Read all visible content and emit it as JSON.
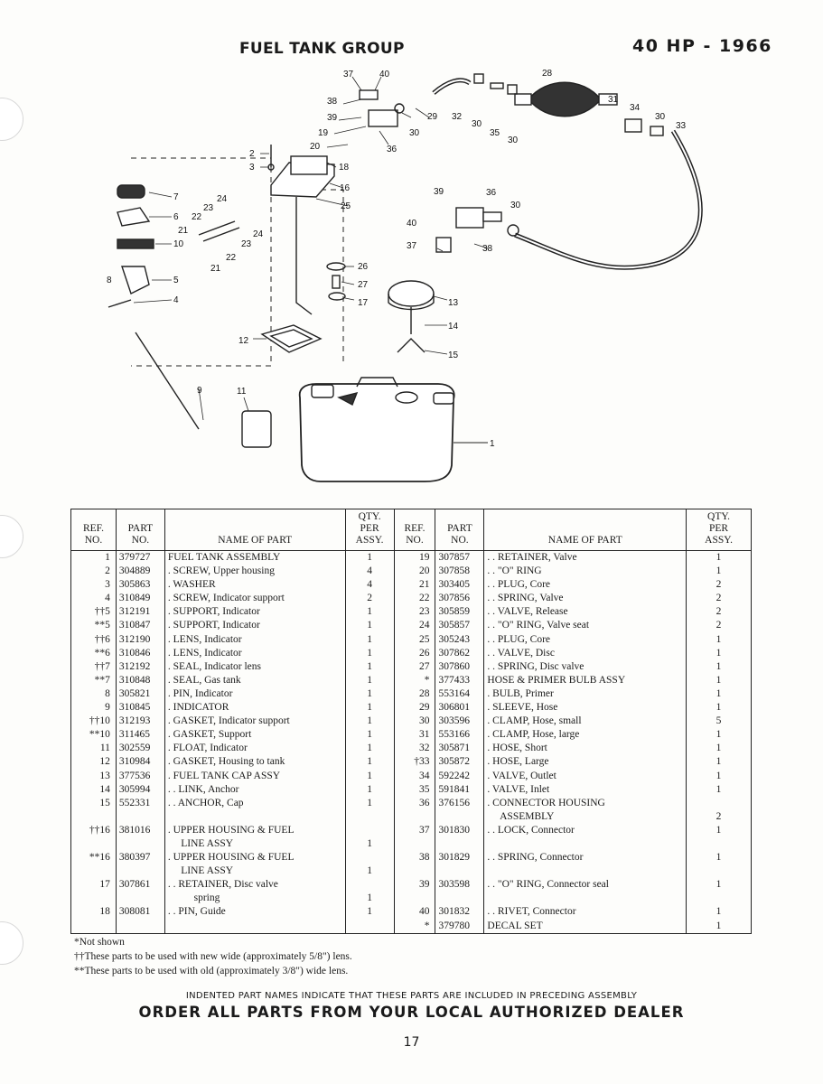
{
  "header": {
    "group_title": "FUEL TANK GROUP",
    "model": "40 HP - 1966"
  },
  "table_headers": {
    "ref": "REF.\nNO.",
    "part": "PART\nNO.",
    "name": "NAME OF PART",
    "qty": "QTY.\nPER\nASSY."
  },
  "left_rows": [
    {
      "ref": "1",
      "part": "379727",
      "name": "FUEL TANK ASSEMBLY",
      "qty": "1"
    },
    {
      "ref": "2",
      "part": "304889",
      "name": ". SCREW, Upper housing",
      "qty": "4"
    },
    {
      "ref": "3",
      "part": "305863",
      "name": ". WASHER",
      "qty": "4"
    },
    {
      "ref": "4",
      "part": "310849",
      "name": ". SCREW, Indicator support",
      "qty": "2"
    },
    {
      "ref": "††5",
      "part": "312191",
      "name": ". SUPPORT, Indicator",
      "qty": "1"
    },
    {
      "ref": "**5",
      "part": "310847",
      "name": ". SUPPORT, Indicator",
      "qty": "1"
    },
    {
      "ref": "††6",
      "part": "312190",
      "name": ". LENS, Indicator",
      "qty": "1"
    },
    {
      "ref": "**6",
      "part": "310846",
      "name": ". LENS, Indicator",
      "qty": "1"
    },
    {
      "ref": "††7",
      "part": "312192",
      "name": ". SEAL, Indicator lens",
      "qty": "1"
    },
    {
      "ref": "**7",
      "part": "310848",
      "name": ". SEAL, Gas tank",
      "qty": "1"
    },
    {
      "ref": "8",
      "part": "305821",
      "name": ". PIN, Indicator",
      "qty": "1"
    },
    {
      "ref": "9",
      "part": "310845",
      "name": ". INDICATOR",
      "qty": "1"
    },
    {
      "ref": "††10",
      "part": "312193",
      "name": ". GASKET, Indicator support",
      "qty": "1"
    },
    {
      "ref": "**10",
      "part": "311465",
      "name": ". GASKET, Support",
      "qty": "1"
    },
    {
      "ref": "11",
      "part": "302559",
      "name": ". FLOAT, Indicator",
      "qty": "1"
    },
    {
      "ref": "12",
      "part": "310984",
      "name": ". GASKET, Housing to tank",
      "qty": "1"
    },
    {
      "ref": "13",
      "part": "377536",
      "name": ". FUEL TANK CAP ASSY",
      "qty": "1"
    },
    {
      "ref": "14",
      "part": "305994",
      "name": ". . LINK, Anchor",
      "qty": "1"
    },
    {
      "ref": "15",
      "part": "552331",
      "name": ". . ANCHOR, Cap",
      "qty": "1"
    },
    {
      "ref": "††16",
      "part": "381016",
      "name": ". UPPER HOUSING & FUEL\n     LINE ASSY",
      "qty": "\n1"
    },
    {
      "ref": "**16",
      "part": "380397",
      "name": ". UPPER HOUSING & FUEL\n     LINE ASSY",
      "qty": "\n1"
    },
    {
      "ref": "17",
      "part": "307861",
      "name": ". . RETAINER, Disc valve\n          spring",
      "qty": "\n1"
    },
    {
      "ref": "18",
      "part": "308081",
      "name": ". . PIN, Guide",
      "qty": "1"
    }
  ],
  "right_rows": [
    {
      "ref": "19",
      "part": "307857",
      "name": ". . RETAINER, Valve",
      "qty": "1"
    },
    {
      "ref": "20",
      "part": "307858",
      "name": ". . \"O\" RING",
      "qty": "1"
    },
    {
      "ref": "21",
      "part": "303405",
      "name": ". . PLUG, Core",
      "qty": "2"
    },
    {
      "ref": "22",
      "part": "307856",
      "name": ". . SPRING, Valve",
      "qty": "2"
    },
    {
      "ref": "23",
      "part": "305859",
      "name": ". . VALVE, Release",
      "qty": "2"
    },
    {
      "ref": "24",
      "part": "305857",
      "name": ". . \"O\" RING, Valve seat",
      "qty": "2"
    },
    {
      "ref": "25",
      "part": "305243",
      "name": ". . PLUG, Core",
      "qty": "1"
    },
    {
      "ref": "26",
      "part": "307862",
      "name": ". . VALVE, Disc",
      "qty": "1"
    },
    {
      "ref": "27",
      "part": "307860",
      "name": ". . SPRING, Disc valve",
      "qty": "1"
    },
    {
      "ref": "*",
      "part": "377433",
      "name": "HOSE & PRIMER BULB ASSY",
      "qty": "1"
    },
    {
      "ref": "28",
      "part": "553164",
      "name": ". BULB, Primer",
      "qty": "1"
    },
    {
      "ref": "29",
      "part": "306801",
      "name": ". SLEEVE, Hose",
      "qty": "1"
    },
    {
      "ref": "30",
      "part": "303596",
      "name": ". CLAMP, Hose, small",
      "qty": "5"
    },
    {
      "ref": "31",
      "part": "553166",
      "name": ". CLAMP, Hose, large",
      "qty": "1"
    },
    {
      "ref": "32",
      "part": "305871",
      "name": ". HOSE, Short",
      "qty": "1"
    },
    {
      "ref": "†33",
      "part": "305872",
      "name": ". HOSE, Large",
      "qty": "1"
    },
    {
      "ref": "34",
      "part": "592242",
      "name": ". VALVE, Outlet",
      "qty": "1"
    },
    {
      "ref": "35",
      "part": "591841",
      "name": ". VALVE, Inlet",
      "qty": "1"
    },
    {
      "ref": "36",
      "part": "376156",
      "name": ". CONNECTOR HOUSING\n     ASSEMBLY",
      "qty": "\n2"
    },
    {
      "ref": "37",
      "part": "301830",
      "name": ". . LOCK, Connector",
      "qty": "1"
    },
    {
      "ref": "38",
      "part": "301829",
      "name": ". . SPRING, Connector",
      "qty": "1"
    },
    {
      "ref": "39",
      "part": "303598",
      "name": ". . \"O\" RING, Connector seal",
      "qty": "1"
    },
    {
      "ref": "40",
      "part": "301832",
      "name": ". . RIVET, Connector",
      "qty": "1"
    },
    {
      "ref": "*",
      "part": "379780",
      "name": "DECAL SET",
      "qty": "1"
    }
  ],
  "notes": [
    "*Not shown",
    "††These parts to be used with new wide (approximately 5/8\") lens.",
    "**These parts to be used with old (approximately 3/8\") wide lens."
  ],
  "footer": {
    "indent_note": "INDENTED PART NAMES INDICATE THAT THESE PARTS ARE INCLUDED IN PRECEDING ASSEMBLY",
    "order_note": "ORDER ALL PARTS FROM YOUR LOCAL AUTHORIZED DEALER",
    "page_number": "17"
  }
}
